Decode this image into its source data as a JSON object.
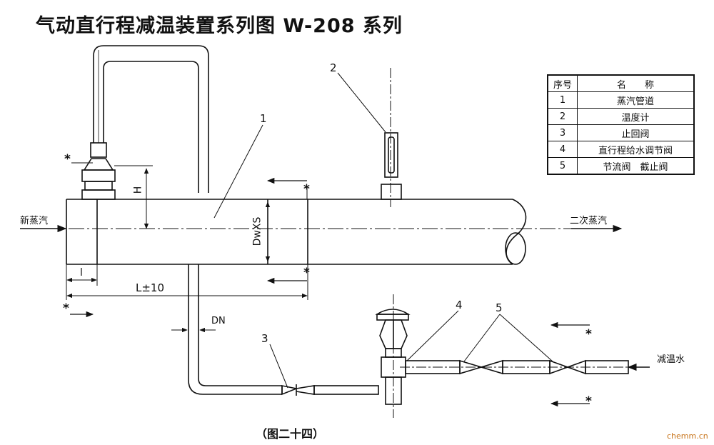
{
  "title": "气动直行程减温装置系列图 W-208 系列",
  "caption": "（图二十四）",
  "watermark": "chemm.cn",
  "labels": {
    "inlet_steam": "新蒸汽",
    "outlet_steam": "二次蒸汽",
    "cooling_water": "减温水",
    "dim_H": "H",
    "dim_Dw": "DwXS",
    "dim_l": "l",
    "dim_L": "L±10",
    "dim_DN": "DN",
    "section_mark": "*"
  },
  "callouts": [
    "1",
    "2",
    "3",
    "4",
    "5"
  ],
  "legend": {
    "headers": [
      "序号",
      "名　　称"
    ],
    "rows": [
      [
        "1",
        "蒸汽管道"
      ],
      [
        "2",
        "温度计"
      ],
      [
        "3",
        "止回阀"
      ],
      [
        "4",
        "直行程给水调节阀"
      ],
      [
        "5",
        "节流阀　截止阀"
      ]
    ]
  }
}
